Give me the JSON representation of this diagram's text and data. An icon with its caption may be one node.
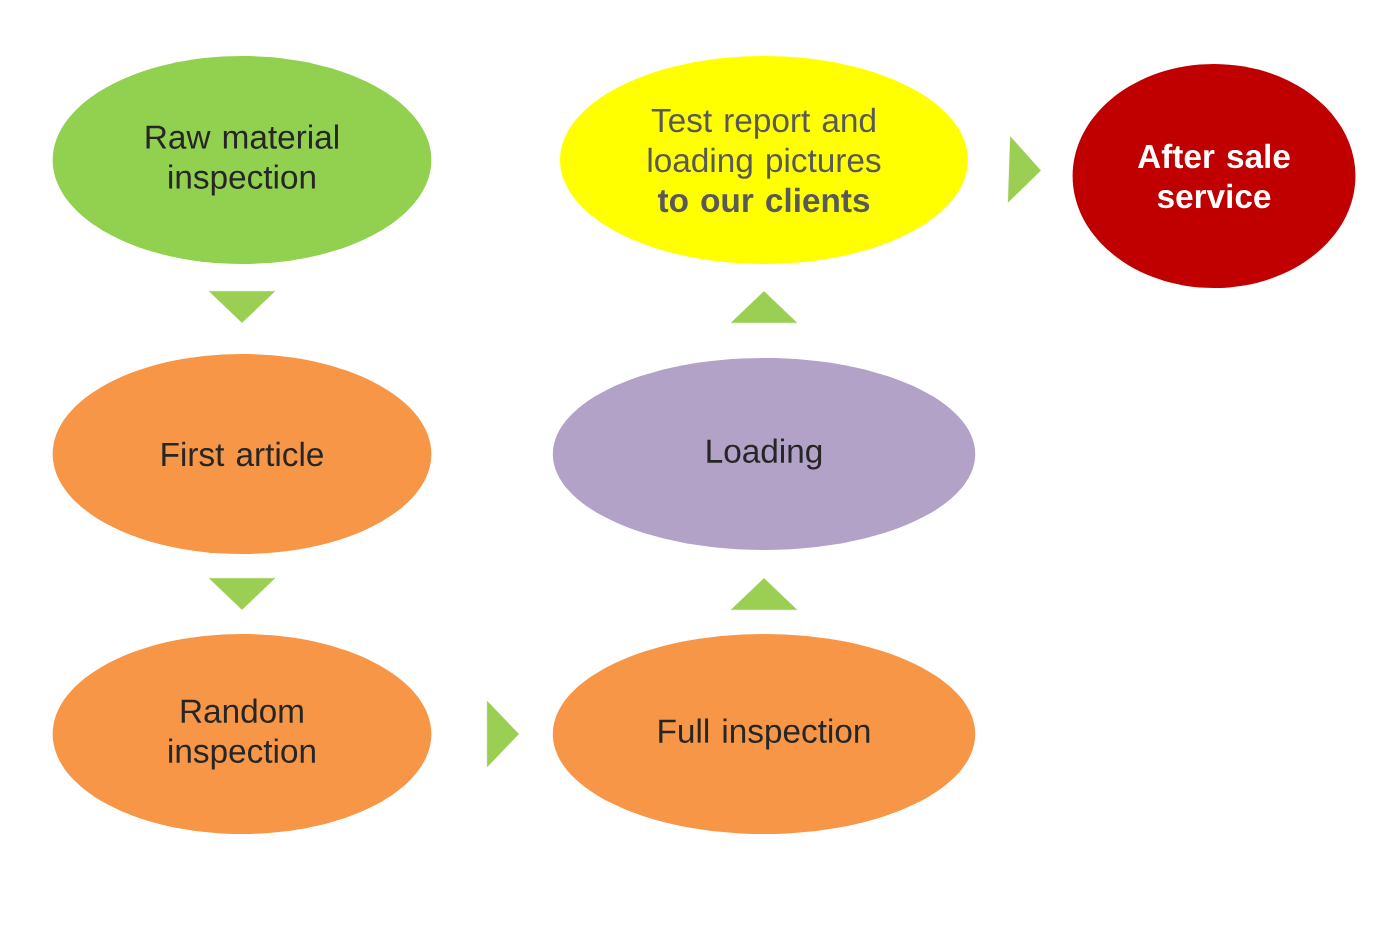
{
  "diagram": {
    "nodes": [
      {
        "text": [
          "Raw material inspection"
        ]
      },
      {
        "text": [
          "First article"
        ]
      },
      {
        "text": [
          "Random inspection"
        ]
      },
      {
        "text": [
          "Full inspection"
        ]
      },
      {
        "text": [
          "Loading"
        ]
      },
      {
        "text": [
          "Test report and loading pictures **to our clients**"
        ]
      },
      {
        "text": [
          "After sale service"
        ]
      }
    ],
    "edges": [
      {
        "from": 0,
        "to": 1,
        "arrow": "to"
      },
      {
        "from": 1,
        "to": 2,
        "arrow": "to"
      },
      {
        "from": 2,
        "to": 3,
        "arrow": "to"
      },
      {
        "from": 3,
        "to": 4,
        "arrow": "to"
      },
      {
        "from": 4,
        "to": 5,
        "arrow": "to"
      },
      {
        "from": 5,
        "to": 6,
        "arrow": "to"
      }
    ]
  }
}
